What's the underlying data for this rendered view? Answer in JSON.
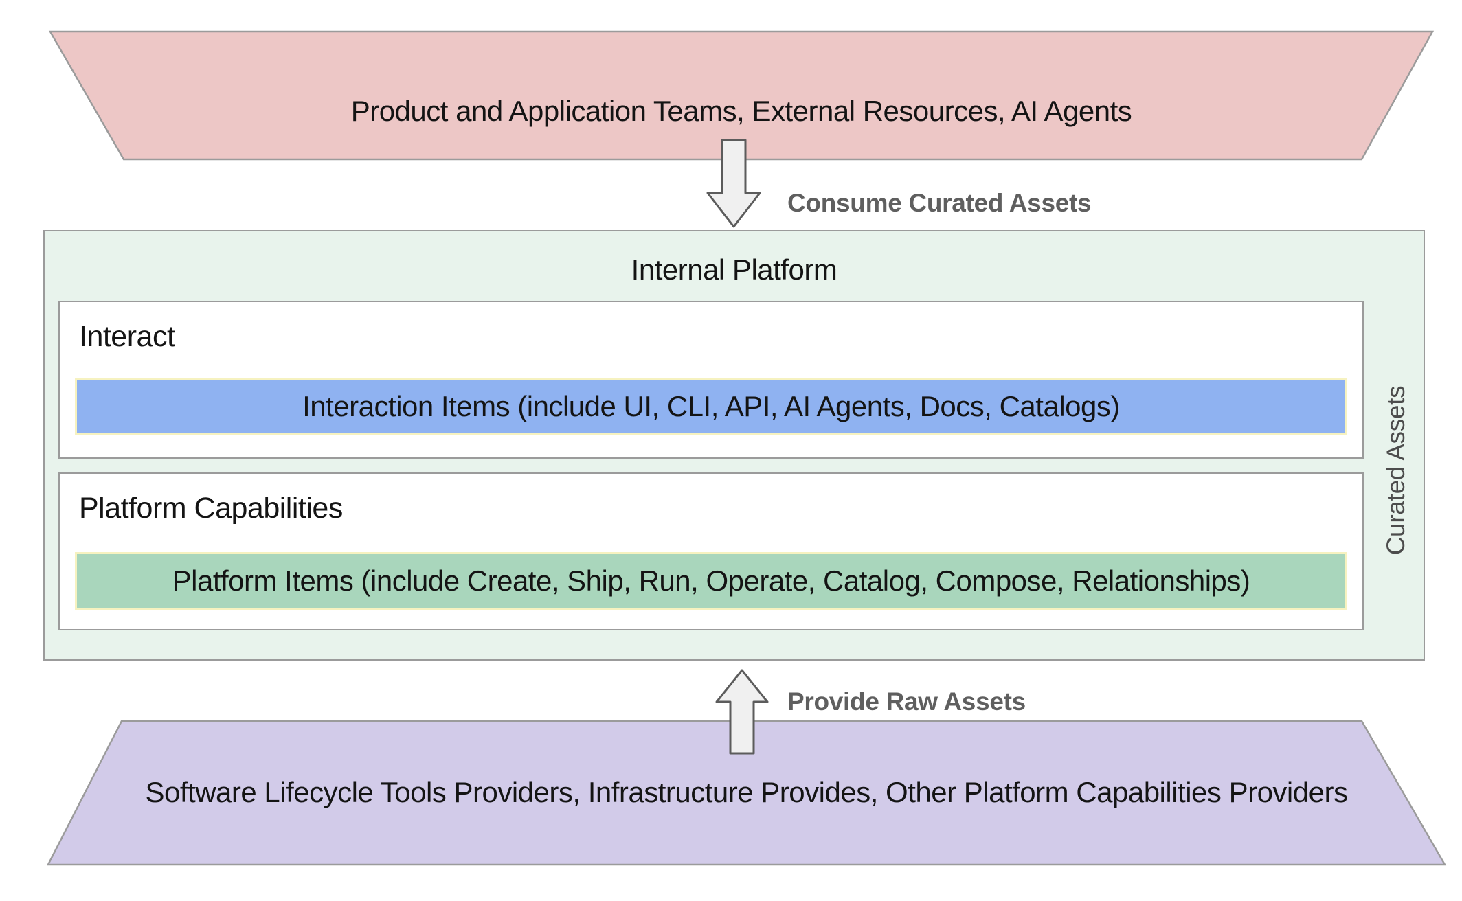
{
  "colors": {
    "pink": "#edc7c6",
    "purple": "#d2cbe9",
    "mint": "#e8f3ec",
    "blue": "#8fb2f1",
    "green": "#a9d6bc",
    "bar-border": "#f6f2c0",
    "box-border": "#9b9b9b",
    "arrow-fill": "#f0f0f0",
    "arrow-stroke": "#5c5c5c",
    "flow-label": "#5f5f5f",
    "side-label": "#4c4c4c",
    "node-text": "#141414"
  },
  "nodes": {
    "consumers": {
      "label": "Product and Application Teams, External Resources, AI Agents"
    },
    "providers": {
      "label": "Software Lifecycle Tools Providers, Infrastructure Provides, Other Platform Capabilities Providers"
    }
  },
  "edges": {
    "consume": {
      "label": "Consume Curated Assets"
    },
    "provide": {
      "label": "Provide Raw Assets"
    }
  },
  "platform": {
    "title": "Internal Platform",
    "side_label": "Curated Assets",
    "sections": [
      {
        "title": "Interact",
        "item": "Interaction Items (include UI, CLI, API, AI Agents, Docs, Catalogs)"
      },
      {
        "title": "Platform Capabilities",
        "item": "Platform Items (include Create, Ship, Run, Operate, Catalog, Compose, Relationships)"
      }
    ]
  }
}
